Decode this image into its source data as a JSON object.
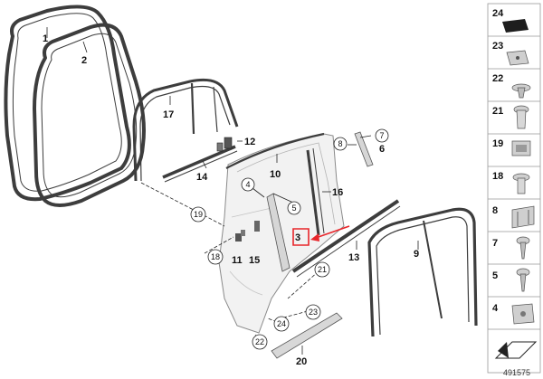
{
  "callouts": {
    "p1": "1",
    "p2": "2",
    "p3": "3",
    "p4": "4",
    "p5": "5",
    "p6": "6",
    "p7": "7",
    "p8": "8",
    "p9": "9",
    "p10": "10",
    "p11": "11",
    "p12": "12",
    "p13": "13",
    "p14": "14",
    "p15": "15",
    "p16": "16",
    "p17": "17",
    "p18": "18",
    "p19": "19",
    "p20": "20",
    "p21": "21",
    "p22": "22",
    "p23": "23",
    "p24": "24"
  },
  "legend": [
    "24",
    "23",
    "22",
    "21",
    "19",
    "18",
    "8",
    "7",
    "5",
    "4"
  ],
  "document_id": "491575",
  "colors": {
    "highlight": "#e8262b",
    "part_gray": "#d6d6d6",
    "outline": "#333333"
  }
}
